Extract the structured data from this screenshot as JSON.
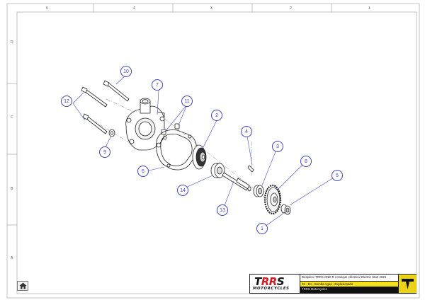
{
  "sheet": {
    "zone_numbers": [
      "5",
      "4",
      "3",
      "2",
      "1"
    ],
    "zone_letters": [
      "D",
      "C",
      "B",
      "A"
    ]
  },
  "diagram": {
    "callouts": [
      "1",
      "2",
      "3",
      "4",
      "5",
      "6",
      "7",
      "8",
      "9",
      "10",
      "11",
      "12",
      "13",
      "14"
    ],
    "callout_color": "#3c44c8"
  },
  "title_block": {
    "logo_text_t": "T",
    "logo_text_r": "R",
    "logo_text_s": "S",
    "logo_sub": "MOTORCYCLES",
    "description": "Despiece TRRS ONE-R  Arranque eléctrico/ Electric Start 2026",
    "subsystem": "02 - BA - Bomba Agua - Explosionado",
    "company": "TRRS Motorcycles",
    "accent_color": "#f4e01b",
    "brand_color": "#d41d24"
  },
  "nav": {
    "home_icon": "home-icon"
  }
}
